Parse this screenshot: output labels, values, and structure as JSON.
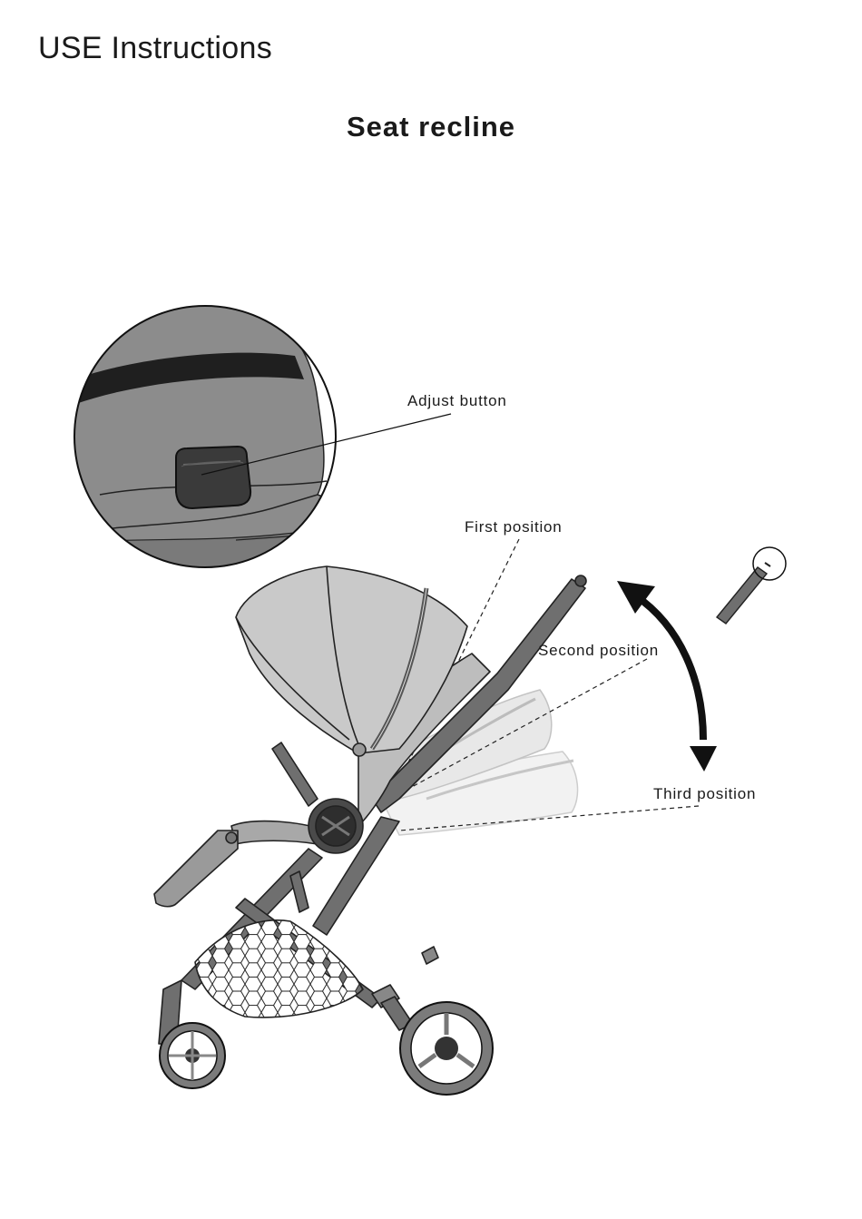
{
  "header": {
    "title": "USE Instructions"
  },
  "section": {
    "title": "Seat recline"
  },
  "labels": {
    "adjust_button": "Adjust button",
    "first_position": "First  position",
    "second_position": "Second  position",
    "third_position": "Third position"
  },
  "colors": {
    "text": "#1a1a1a",
    "fabric": "#8e8e8e",
    "fabric_light": "#cfcfcf",
    "frame": "#6a6a6a",
    "dark": "#2b2b2b"
  },
  "icons": {
    "arrow": "double-headed-curved-arrow-icon",
    "detail": "magnifier-circle-icon"
  }
}
